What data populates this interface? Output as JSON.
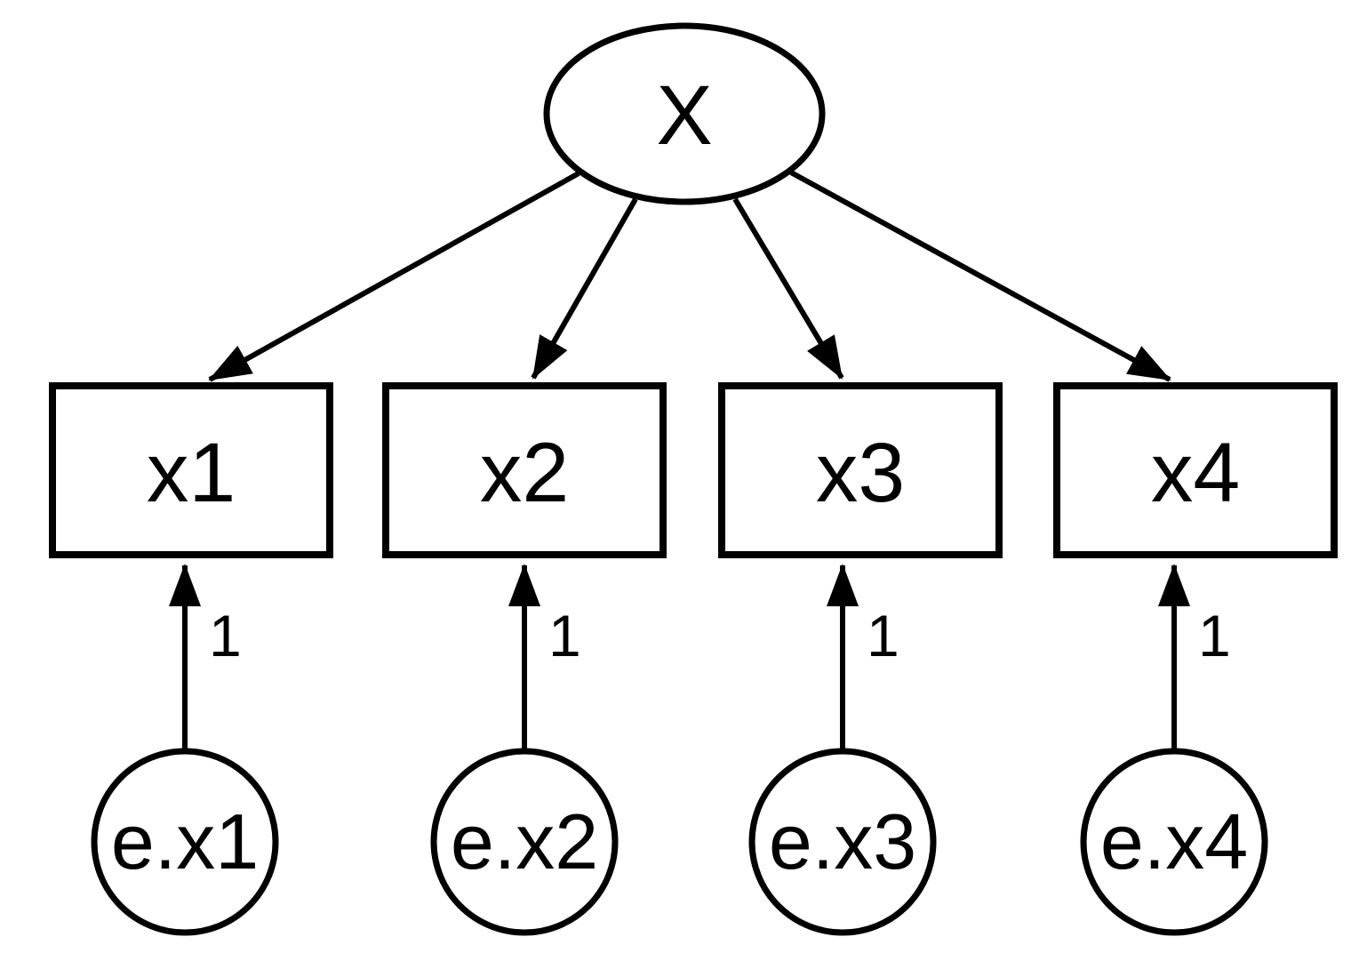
{
  "diagram": {
    "latent_variable": {
      "label": "X"
    },
    "observed_variables": [
      {
        "label": "x1"
      },
      {
        "label": "x2"
      },
      {
        "label": "x3"
      },
      {
        "label": "x4"
      }
    ],
    "error_terms": [
      {
        "label": "e.x1",
        "loading": "1"
      },
      {
        "label": "e.x2",
        "loading": "1"
      },
      {
        "label": "e.x3",
        "loading": "1"
      },
      {
        "label": "e.x4",
        "loading": "1"
      }
    ],
    "edges": {
      "factor_loadings": [
        {
          "from": "X",
          "to": "x1"
        },
        {
          "from": "X",
          "to": "x2"
        },
        {
          "from": "X",
          "to": "x3"
        },
        {
          "from": "X",
          "to": "x4"
        }
      ],
      "error_paths": [
        {
          "from": "e.x1",
          "to": "x1",
          "label": "1"
        },
        {
          "from": "e.x2",
          "to": "x2",
          "label": "1"
        },
        {
          "from": "e.x3",
          "to": "x3",
          "label": "1"
        },
        {
          "from": "e.x4",
          "to": "x4",
          "label": "1"
        }
      ]
    },
    "colors": {
      "stroke": "#000000",
      "node_fill": "#ffffff",
      "background": "#ffffff"
    }
  }
}
